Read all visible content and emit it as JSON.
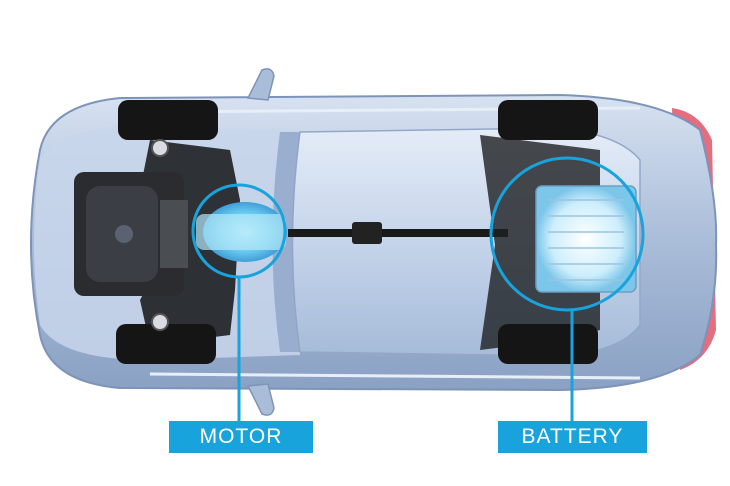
{
  "callouts": {
    "motor": "MOTOR",
    "battery": "BATTERY"
  },
  "colors": {
    "accent": "#19a3dc",
    "body": "#b9c9e0",
    "tire": "#151515",
    "rear_light": "#e0546a"
  },
  "icons": [
    "wheel",
    "engine",
    "electric-motor",
    "drive-shaft",
    "battery-pack"
  ]
}
